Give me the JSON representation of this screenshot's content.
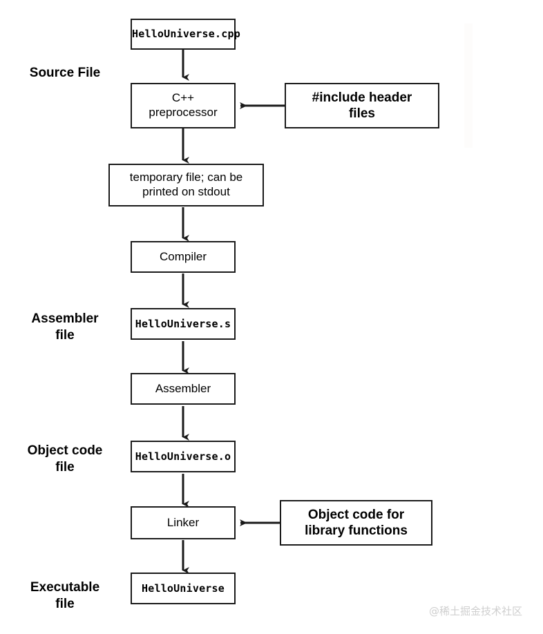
{
  "diagram": {
    "title": "C++ compilation pipeline",
    "stroke_color": "#1a1a1a",
    "background_color": "#ffffff",
    "stage_labels": [
      {
        "id": "source-file",
        "text": "Source File"
      },
      {
        "id": "assembler-file",
        "text": "Assembler\nfile"
      },
      {
        "id": "object-code-file",
        "text": "Object code\nfile"
      },
      {
        "id": "executable-file",
        "text": "Executable\nfile"
      }
    ],
    "nodes": [
      {
        "id": "hellouniverse-cpp",
        "label": "HelloUniverse.cpp",
        "style": "mono"
      },
      {
        "id": "cpp-preprocessor",
        "label": "C++\npreprocessor",
        "style": "plain"
      },
      {
        "id": "include-header-files",
        "label": "#include header\nfiles",
        "style": "strong"
      },
      {
        "id": "temporary-file",
        "label": "temporary file; can be\nprinted on stdout",
        "style": "plain"
      },
      {
        "id": "compiler",
        "label": "Compiler",
        "style": "plain"
      },
      {
        "id": "hellouniverse-s",
        "label": "HelloUniverse.s",
        "style": "mono"
      },
      {
        "id": "assembler",
        "label": "Assembler",
        "style": "plain"
      },
      {
        "id": "hellouniverse-o",
        "label": "HelloUniverse.o",
        "style": "mono"
      },
      {
        "id": "linker",
        "label": "Linker",
        "style": "plain"
      },
      {
        "id": "object-code-library",
        "label": "Object code for\nlibrary functions",
        "style": "strong"
      },
      {
        "id": "hellouniverse-exe",
        "label": "HelloUniverse",
        "style": "mono"
      }
    ],
    "edges": [
      {
        "from": "hellouniverse-cpp",
        "to": "cpp-preprocessor",
        "direction": "down"
      },
      {
        "from": "include-header-files",
        "to": "cpp-preprocessor",
        "direction": "left"
      },
      {
        "from": "cpp-preprocessor",
        "to": "temporary-file",
        "direction": "down"
      },
      {
        "from": "temporary-file",
        "to": "compiler",
        "direction": "down"
      },
      {
        "from": "compiler",
        "to": "hellouniverse-s",
        "direction": "down"
      },
      {
        "from": "hellouniverse-s",
        "to": "assembler",
        "direction": "down"
      },
      {
        "from": "assembler",
        "to": "hellouniverse-o",
        "direction": "down"
      },
      {
        "from": "hellouniverse-o",
        "to": "linker",
        "direction": "down"
      },
      {
        "from": "object-code-library",
        "to": "linker",
        "direction": "left"
      },
      {
        "from": "linker",
        "to": "hellouniverse-exe",
        "direction": "down"
      }
    ]
  },
  "watermark": {
    "text": "@稀土掘金技术社区"
  }
}
